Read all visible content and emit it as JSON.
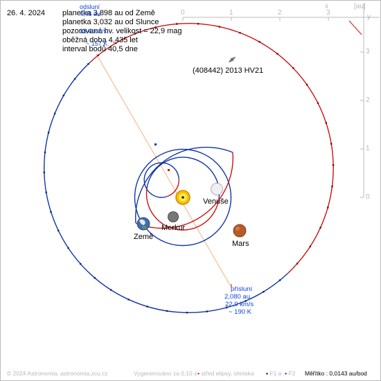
{
  "date": "26. 4. 2024",
  "info_lines": [
    "planetka 3,898 au od Země",
    "planetka 3,032 au od Slunce",
    "pozorovaná hv. velikost = 22,9 mag",
    "oběžná doba 4,435 let",
    "interval bodů 40,5 dne"
  ],
  "aphelion": {
    "lines": [
      "odsluní",
      "4,46 au",
      "18,6 km/s",
      "~ 157 K"
    ]
  },
  "perihelion": {
    "lines": [
      "přísluní",
      "2,080 au",
      "22,9 km/s",
      "~ 190 K"
    ]
  },
  "asteroid_label": "(408442) 2013 HV21",
  "planets": {
    "mercury": "Merkur",
    "venus": "Venuše",
    "earth": "Země",
    "mars": "Mars"
  },
  "x_axis": {
    "ticks": [
      "0",
      "1",
      "2",
      "3"
    ],
    "name": "x",
    "unit": "[au]"
  },
  "y_axis": {
    "ticks": [
      "3",
      "2",
      "1",
      "0"
    ],
    "name": "y"
  },
  "footer": {
    "copyright": "© 2024 Astronomia, astronomia.zcu.cz",
    "generated": "Vygenerováno za 0,10 s",
    "legend_center": "střed elipsy, ohniska",
    "legend_f1": "F1 a",
    "legend_f2": "F2",
    "scale": "Měřítko : 0,0143 au/bod"
  },
  "colors": {
    "ecliptic_above": "#cc1111",
    "ecliptic_below": "#1133aa",
    "label_blue": "#1144dd",
    "apsis_line": "#f5b080",
    "axis_grey": "#b8b8b8"
  }
}
